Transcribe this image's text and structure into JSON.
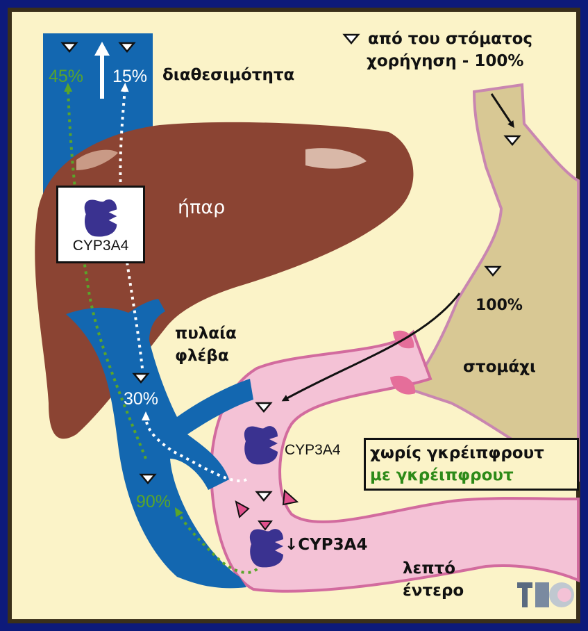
{
  "labels": {
    "oral_title_1": "από του στόματος",
    "oral_title_2": "χορήγηση - 100%",
    "bioavailability": "διαθεσιμότητα",
    "liver": "ήπαρ",
    "portal_vein_1": "πυλαία",
    "portal_vein_2": "φλέβα",
    "stomach": "στομάχι",
    "stomach_pct": "100%",
    "small_intestine_1": "λεπτό",
    "small_intestine_2": "έντερο",
    "cyp_liver": "CYP3A4",
    "cyp_gut": "CYP3A4",
    "cyp_gut_down": "↓CYP3A4",
    "logo": "TEC"
  },
  "percentages": {
    "top_green": "45%",
    "top_white": "15%",
    "portal_white": "30%",
    "portal_green": "90%"
  },
  "legend": {
    "without": "χωρίς γκρέιπφρουτ",
    "with": "με γκρέιπφρουτ"
  },
  "colors": {
    "background_border": "#0d1a7a",
    "panel": "#fbf3c8",
    "blood_vessel": "#1367b0",
    "liver": "#8b4433",
    "stomach": "#d8c894",
    "intestine": "#f4c2d6",
    "enzyme": "#3a3290",
    "grapefruit_arrow": "#59a52a",
    "grapefruit_marker": "#e0508c"
  },
  "icons": [
    "drug-triangle-icon",
    "enzyme-cyp3a4-icon",
    "grapefruit-triangle-icon",
    "logo-icon"
  ]
}
